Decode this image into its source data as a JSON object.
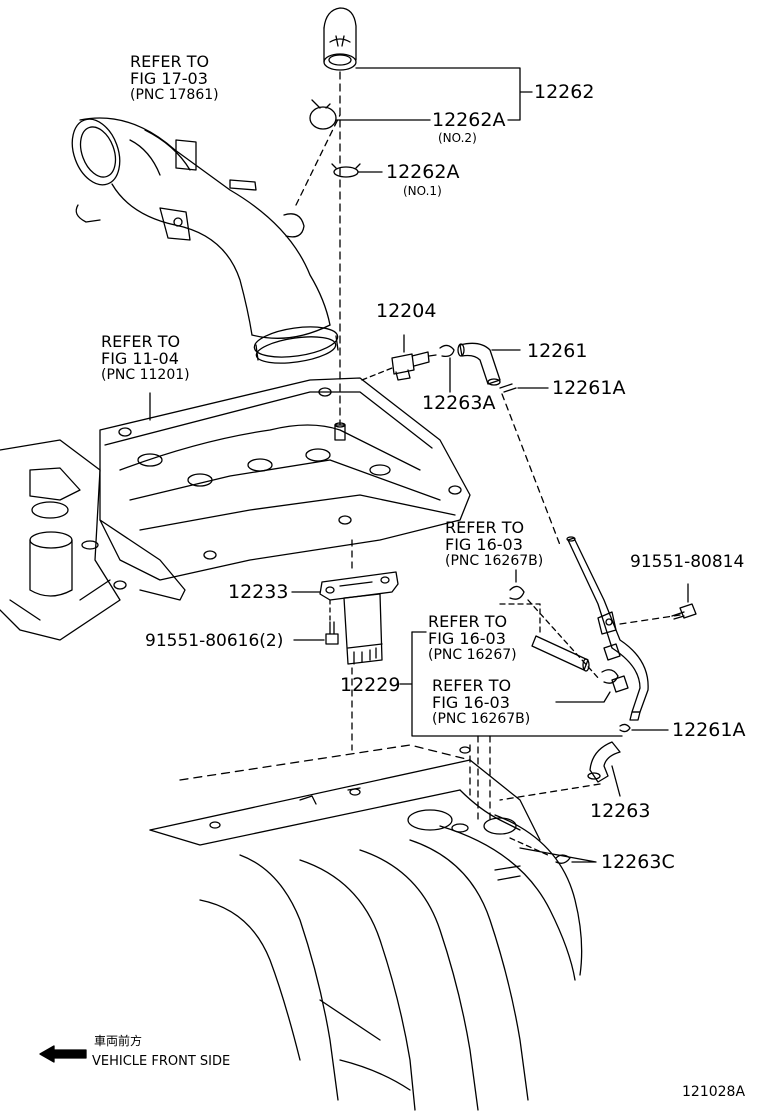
{
  "refs": [
    {
      "id": "ref-17861",
      "line1": "REFER TO",
      "line2": "FIG 17-03",
      "line3": "(PNC 17861)"
    },
    {
      "id": "ref-11201",
      "line1": "REFER TO",
      "line2": "FIG 11-04",
      "line3": "(PNC 11201)"
    },
    {
      "id": "ref-16267b-top",
      "line1": "REFER TO",
      "line2": "FIG 16-03",
      "line3": "(PNC 16267B)"
    },
    {
      "id": "ref-16267",
      "line1": "REFER TO",
      "line2": "FIG 16-03",
      "line3": "(PNC 16267)"
    },
    {
      "id": "ref-16267b-bottom",
      "line1": "REFER TO",
      "line2": "FIG 16-03",
      "line3": "(PNC 16267B)"
    }
  ],
  "parts": {
    "p12262": "12262",
    "p12262a_no2": "12262A",
    "no2": "(NO.2)",
    "p12262a_no1": "12262A",
    "no1": "(NO.1)",
    "p12204": "12204",
    "p12261": "12261",
    "p12263a": "12263A",
    "p12261a_top": "12261A",
    "p91551_80814": "91551-80814",
    "p12233": "12233",
    "p91551_80616": "91551-80616(2)",
    "p12229": "12229",
    "p12261a_bottom": "12261A",
    "p12263": "12263",
    "p12263c": "12263C"
  },
  "direction": {
    "japanese": "車両前方",
    "english": "VEHICLE FRONT SIDE"
  },
  "figure_code": "121028A"
}
